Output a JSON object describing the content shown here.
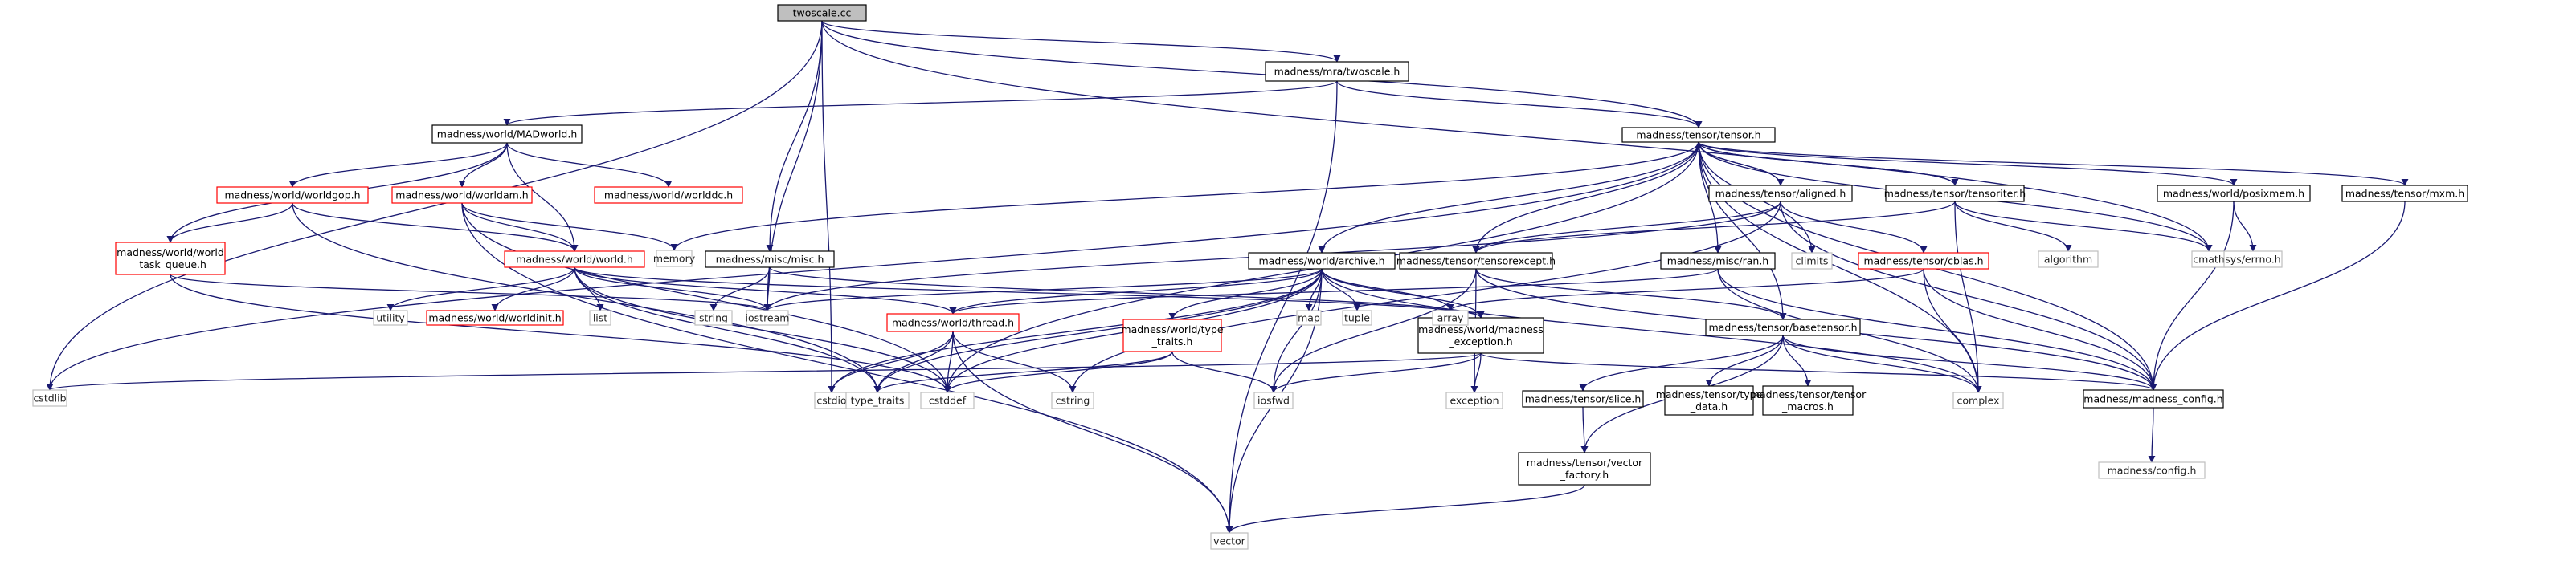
{
  "graph": {
    "title": "twoscale.cc",
    "colors": {
      "edge": "#191970",
      "root_fill": "#bfbfbf",
      "file_border": "#000000",
      "undocumented_border": "#ff0000",
      "system_border": "#bfbfbf"
    },
    "nodes": [
      {
        "id": "root",
        "kind": "root",
        "lines": [
          "twoscale.cc"
        ]
      },
      {
        "id": "twoscale_h",
        "kind": "file",
        "lines": [
          "madness/mra/twoscale.h"
        ]
      },
      {
        "id": "madworld",
        "kind": "file",
        "lines": [
          "madness/world/MADworld.h"
        ]
      },
      {
        "id": "tensor_h",
        "kind": "file",
        "lines": [
          "madness/tensor/tensor.h"
        ]
      },
      {
        "id": "worldgop",
        "kind": "undoc",
        "lines": [
          "madness/world/worldgop.h"
        ]
      },
      {
        "id": "worlddc",
        "kind": "undoc",
        "lines": [
          "madness/world/worlddc.h"
        ]
      },
      {
        "id": "worldam",
        "kind": "undoc",
        "lines": [
          "madness/world/worldam.h"
        ]
      },
      {
        "id": "task_queue",
        "kind": "undoc",
        "lines": [
          "madness/world/world",
          "_task_queue.h"
        ]
      },
      {
        "id": "world_h",
        "kind": "undoc",
        "lines": [
          "madness/world/world.h"
        ]
      },
      {
        "id": "misc_h",
        "kind": "file",
        "lines": [
          "madness/misc/misc.h"
        ]
      },
      {
        "id": "archive",
        "kind": "file",
        "lines": [
          "madness/world/archive.h"
        ]
      },
      {
        "id": "aligned",
        "kind": "file",
        "lines": [
          "madness/tensor/aligned.h"
        ]
      },
      {
        "id": "tensoriter",
        "kind": "file",
        "lines": [
          "madness/tensor/tensoriter.h"
        ]
      },
      {
        "id": "posixmem",
        "kind": "file",
        "lines": [
          "madness/world/posixmem.h"
        ]
      },
      {
        "id": "mxm",
        "kind": "file",
        "lines": [
          "madness/tensor/mxm.h"
        ]
      },
      {
        "id": "tensorexcept",
        "kind": "file",
        "lines": [
          "madness/tensor/tensorexcept.h"
        ]
      },
      {
        "id": "ran_h",
        "kind": "file",
        "lines": [
          "madness/misc/ran.h"
        ]
      },
      {
        "id": "cblas",
        "kind": "undoc",
        "lines": [
          "madness/tensor/cblas.h"
        ]
      },
      {
        "id": "worldinit",
        "kind": "undoc",
        "lines": [
          "madness/world/worldinit.h"
        ]
      },
      {
        "id": "thread_h",
        "kind": "undoc",
        "lines": [
          "madness/world/thread.h"
        ]
      },
      {
        "id": "type_traits_h",
        "kind": "undoc",
        "lines": [
          "madness/world/type",
          "_traits.h"
        ]
      },
      {
        "id": "madness_exc",
        "kind": "file",
        "lines": [
          "madness/world/madness",
          "_exception.h"
        ]
      },
      {
        "id": "basetensor",
        "kind": "file",
        "lines": [
          "madness/tensor/basetensor.h"
        ]
      },
      {
        "id": "slice_h",
        "kind": "file",
        "lines": [
          "madness/tensor/slice.h"
        ]
      },
      {
        "id": "type_data",
        "kind": "file",
        "lines": [
          "madness/tensor/type",
          "_data.h"
        ]
      },
      {
        "id": "tensor_macros",
        "kind": "file",
        "lines": [
          "madness/tensor/tensor",
          "_macros.h"
        ]
      },
      {
        "id": "madness_config",
        "kind": "file",
        "lines": [
          "madness/madness_config.h"
        ]
      },
      {
        "id": "vector_factory",
        "kind": "file",
        "lines": [
          "madness/tensor/vector",
          "_factory.h"
        ]
      },
      {
        "id": "config_h",
        "kind": "sys",
        "lines": [
          "madness/config.h"
        ]
      },
      {
        "id": "memory",
        "kind": "sys",
        "lines": [
          "memory"
        ]
      },
      {
        "id": "cstdlib",
        "kind": "sys",
        "lines": [
          "cstdlib"
        ]
      },
      {
        "id": "utility",
        "kind": "sys",
        "lines": [
          "utility"
        ]
      },
      {
        "id": "list",
        "kind": "sys",
        "lines": [
          "list"
        ]
      },
      {
        "id": "string",
        "kind": "sys",
        "lines": [
          "string"
        ]
      },
      {
        "id": "iostream",
        "kind": "sys",
        "lines": [
          "iostream"
        ]
      },
      {
        "id": "map",
        "kind": "sys",
        "lines": [
          "map"
        ]
      },
      {
        "id": "tuple",
        "kind": "sys",
        "lines": [
          "tuple"
        ]
      },
      {
        "id": "array",
        "kind": "sys",
        "lines": [
          "array"
        ]
      },
      {
        "id": "climits",
        "kind": "sys",
        "lines": [
          "climits"
        ]
      },
      {
        "id": "algorithm",
        "kind": "sys",
        "lines": [
          "algorithm"
        ]
      },
      {
        "id": "cmath",
        "kind": "sys",
        "lines": [
          "cmath"
        ]
      },
      {
        "id": "syserrno",
        "kind": "sys",
        "lines": [
          "sys/errno.h"
        ]
      },
      {
        "id": "cstdio",
        "kind": "sys",
        "lines": [
          "cstdio"
        ]
      },
      {
        "id": "type_traits",
        "kind": "sys",
        "lines": [
          "type_traits"
        ]
      },
      {
        "id": "cstddef",
        "kind": "sys",
        "lines": [
          "cstddef"
        ]
      },
      {
        "id": "cstring",
        "kind": "sys",
        "lines": [
          "cstring"
        ]
      },
      {
        "id": "iosfwd",
        "kind": "sys",
        "lines": [
          "iosfwd"
        ]
      },
      {
        "id": "exception",
        "kind": "sys",
        "lines": [
          "exception"
        ]
      },
      {
        "id": "complex",
        "kind": "sys",
        "lines": [
          "complex"
        ]
      },
      {
        "id": "vector",
        "kind": "sys",
        "lines": [
          "vector"
        ]
      }
    ],
    "edges": [
      [
        "root",
        "twoscale_h"
      ],
      [
        "root",
        "tensor_h"
      ],
      [
        "root",
        "misc_h"
      ],
      [
        "root",
        "iostream"
      ],
      [
        "root",
        "cstdlib"
      ],
      [
        "root",
        "cstdio"
      ],
      [
        "root",
        "cmath"
      ],
      [
        "twoscale_h",
        "madworld"
      ],
      [
        "twoscale_h",
        "tensor_h"
      ],
      [
        "twoscale_h",
        "vector"
      ],
      [
        "madworld",
        "worldgop"
      ],
      [
        "madworld",
        "worlddc"
      ],
      [
        "madworld",
        "worldam"
      ],
      [
        "madworld",
        "world_h"
      ],
      [
        "madworld",
        "task_queue"
      ],
      [
        "worldgop",
        "task_queue"
      ],
      [
        "worldgop",
        "world_h"
      ],
      [
        "worldgop",
        "type_traits"
      ],
      [
        "worldam",
        "world_h"
      ],
      [
        "worldam",
        "memory"
      ],
      [
        "worldam",
        "cstddef"
      ],
      [
        "worldam",
        "vector"
      ],
      [
        "task_queue",
        "cstddef"
      ],
      [
        "task_queue",
        "iostream"
      ],
      [
        "world_h",
        "utility"
      ],
      [
        "world_h",
        "worldinit"
      ],
      [
        "world_h",
        "list"
      ],
      [
        "world_h",
        "thread_h"
      ],
      [
        "world_h",
        "iostream"
      ],
      [
        "world_h",
        "madness_exc"
      ],
      [
        "world_h",
        "type_traits"
      ],
      [
        "world_h",
        "cstddef"
      ],
      [
        "misc_h",
        "string"
      ],
      [
        "misc_h",
        "iostream"
      ],
      [
        "misc_h",
        "madness_exc"
      ],
      [
        "tensor_h",
        "memory"
      ],
      [
        "tensor_h",
        "cstdlib"
      ],
      [
        "tensor_h",
        "archive"
      ],
      [
        "tensor_h",
        "aligned"
      ],
      [
        "tensor_h",
        "climits"
      ],
      [
        "tensor_h",
        "tensoriter"
      ],
      [
        "tensor_h",
        "tensorexcept"
      ],
      [
        "tensor_h",
        "ran_h"
      ],
      [
        "tensor_h",
        "cmath"
      ],
      [
        "tensor_h",
        "posixmem"
      ],
      [
        "tensor_h",
        "mxm"
      ],
      [
        "tensor_h",
        "madness_config"
      ],
      [
        "tensor_h",
        "complex"
      ],
      [
        "tensor_h",
        "cstddef"
      ],
      [
        "tensor_h",
        "basetensor"
      ],
      [
        "aligned",
        "tensor_h"
      ],
      [
        "aligned",
        "cblas"
      ],
      [
        "aligned",
        "iostream"
      ],
      [
        "aligned",
        "cstring"
      ],
      [
        "aligned",
        "tensorexcept"
      ],
      [
        "aligned",
        "madness_config"
      ],
      [
        "tensoriter",
        "tensor_h"
      ],
      [
        "tensoriter",
        "algorithm"
      ],
      [
        "tensoriter",
        "cmath"
      ],
      [
        "tensoriter",
        "complex"
      ],
      [
        "tensoriter",
        "tensorexcept"
      ],
      [
        "posixmem",
        "syserrno"
      ],
      [
        "posixmem",
        "madness_config"
      ],
      [
        "mxm",
        "madness_config"
      ],
      [
        "tensorexcept",
        "basetensor"
      ],
      [
        "tensorexcept",
        "iosfwd"
      ],
      [
        "tensorexcept",
        "exception"
      ],
      [
        "tensorexcept",
        "madness_config"
      ],
      [
        "ran_h",
        "thread_h"
      ],
      [
        "ran_h",
        "complex"
      ],
      [
        "ran_h",
        "madness_config"
      ],
      [
        "cblas",
        "madness_config"
      ],
      [
        "cblas",
        "complex"
      ],
      [
        "cblas",
        "array"
      ],
      [
        "archive",
        "type_traits_h"
      ],
      [
        "archive",
        "thread_h"
      ],
      [
        "archive",
        "iostream"
      ],
      [
        "archive",
        "map"
      ],
      [
        "archive",
        "tuple"
      ],
      [
        "archive",
        "array"
      ],
      [
        "archive",
        "madness_exc"
      ],
      [
        "archive",
        "vector"
      ],
      [
        "archive",
        "cstdio"
      ],
      [
        "archive",
        "complex"
      ],
      [
        "archive",
        "cstddef"
      ],
      [
        "archive",
        "iosfwd"
      ],
      [
        "archive",
        "type_traits"
      ],
      [
        "thread_h",
        "cstdio"
      ],
      [
        "thread_h",
        "type_traits"
      ],
      [
        "thread_h",
        "cstddef"
      ],
      [
        "thread_h",
        "cstring"
      ],
      [
        "thread_h",
        "vector"
      ],
      [
        "type_traits_h",
        "type_traits"
      ],
      [
        "type_traits_h",
        "iosfwd"
      ],
      [
        "type_traits_h",
        "cstddef"
      ],
      [
        "madness_exc",
        "iosfwd"
      ],
      [
        "madness_exc",
        "exception"
      ],
      [
        "madness_exc",
        "madness_config"
      ],
      [
        "madness_exc",
        "cstdlib"
      ],
      [
        "basetensor",
        "slice_h"
      ],
      [
        "basetensor",
        "type_data"
      ],
      [
        "basetensor",
        "tensor_macros"
      ],
      [
        "basetensor",
        "madness_config"
      ],
      [
        "basetensor",
        "vector_factory"
      ],
      [
        "basetensor",
        "complex"
      ],
      [
        "slice_h",
        "vector_factory"
      ],
      [
        "vector_factory",
        "vector"
      ],
      [
        "madness_config",
        "config_h"
      ]
    ]
  }
}
